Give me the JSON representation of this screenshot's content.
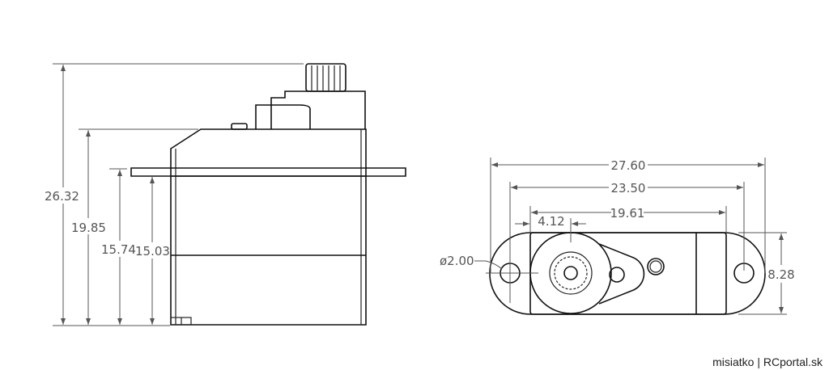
{
  "side_view": {
    "dims": {
      "overall_height": "26.32",
      "case_height": "19.85",
      "flange_height": "15.74",
      "flange_lower": "15.03"
    }
  },
  "top_view": {
    "dims": {
      "overall_length": "27.60",
      "hole_spacing": "23.50",
      "case_length": "19.61",
      "shaft_offset": "4.12",
      "width": "8.28",
      "hole_diameter": "ø2.00"
    }
  },
  "credit": "misiatko | RCportal.sk"
}
